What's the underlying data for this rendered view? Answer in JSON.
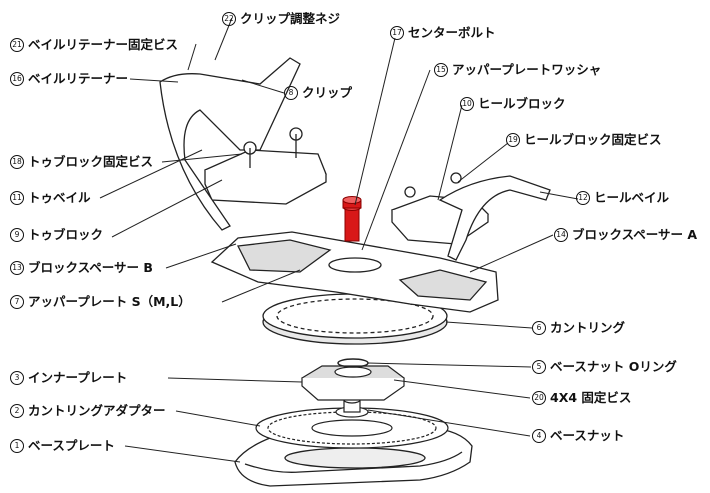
{
  "labels": [
    {
      "key": "l22",
      "num": "22",
      "text": "クリップ調整ネジ"
    },
    {
      "key": "l21",
      "num": "21",
      "text": "ベイルリテーナー固定ビス"
    },
    {
      "key": "l16",
      "num": "16",
      "text": "ベイルリテーナー"
    },
    {
      "key": "l8",
      "num": "8",
      "text": "クリップ"
    },
    {
      "key": "l17",
      "num": "17",
      "text": "センターボルト"
    },
    {
      "key": "l15",
      "num": "15",
      "text": "アッパープレートワッシャ"
    },
    {
      "key": "l10",
      "num": "10",
      "text": "ヒールブロック"
    },
    {
      "key": "l19",
      "num": "19",
      "text": "ヒールブロック固定ビス"
    },
    {
      "key": "l18",
      "num": "18",
      "text": "トゥブロック固定ビス"
    },
    {
      "key": "l11",
      "num": "11",
      "text": "トゥベイル"
    },
    {
      "key": "l12",
      "num": "12",
      "text": "ヒールベイル"
    },
    {
      "key": "l9",
      "num": "9",
      "text": "トゥブロック"
    },
    {
      "key": "l14",
      "num": "14",
      "text": "ブロックスペーサー A"
    },
    {
      "key": "l13",
      "num": "13",
      "text": "ブロックスペーサー B"
    },
    {
      "key": "l7",
      "num": "7",
      "text": "アッパープレート S（M,L）"
    },
    {
      "key": "l6",
      "num": "6",
      "text": "カントリング"
    },
    {
      "key": "l5",
      "num": "5",
      "text": "ベースナット Oリング"
    },
    {
      "key": "l3",
      "num": "3",
      "text": "インナープレート"
    },
    {
      "key": "l20",
      "num": "20",
      "text": "4X4 固定ビス"
    },
    {
      "key": "l2",
      "num": "2",
      "text": "カントリングアダプター"
    },
    {
      "key": "l4",
      "num": "4",
      "text": "ベースナット"
    },
    {
      "key": "l1",
      "num": "1",
      "text": "ベースプレート"
    }
  ],
  "colors": {
    "line": "#222222",
    "part_fill": "#ffffff",
    "part_shade": "#d8d8d8",
    "bolt": "#d81818"
  }
}
